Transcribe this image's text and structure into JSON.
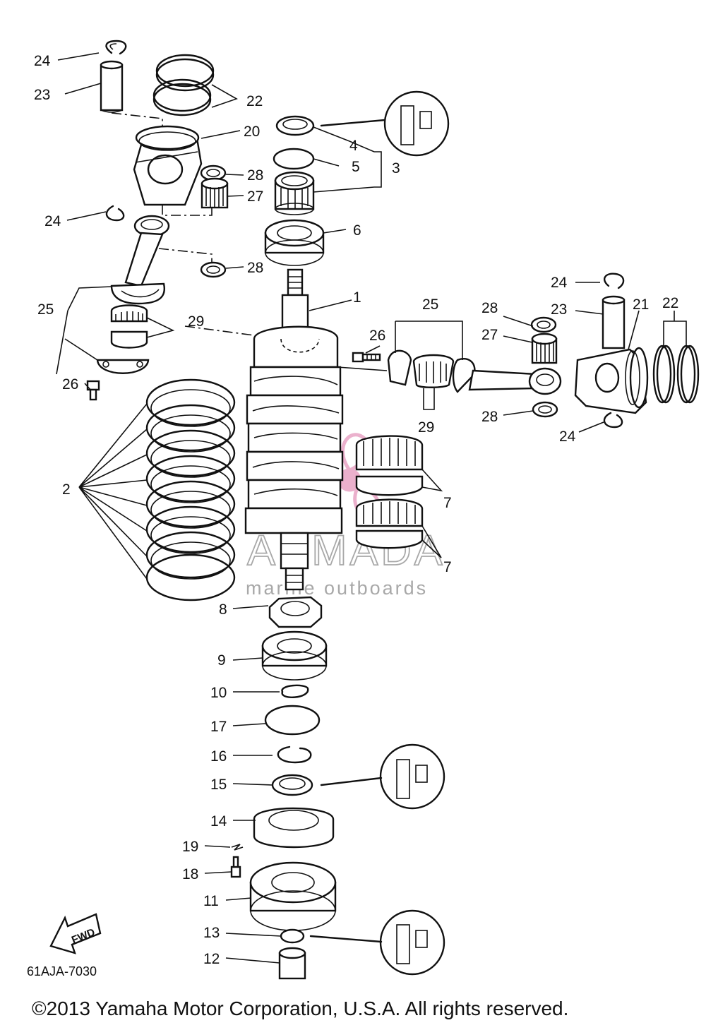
{
  "callouts": [
    {
      "id": "c1",
      "text": "1"
    },
    {
      "id": "c2",
      "text": "2"
    },
    {
      "id": "c3",
      "text": "3"
    },
    {
      "id": "c4",
      "text": "4"
    },
    {
      "id": "c5",
      "text": "5"
    },
    {
      "id": "c6",
      "text": "6"
    },
    {
      "id": "c7a",
      "text": "7"
    },
    {
      "id": "c7b",
      "text": "7"
    },
    {
      "id": "c8",
      "text": "8"
    },
    {
      "id": "c9",
      "text": "9"
    },
    {
      "id": "c10",
      "text": "10"
    },
    {
      "id": "c11",
      "text": "11"
    },
    {
      "id": "c12",
      "text": "12"
    },
    {
      "id": "c13",
      "text": "13"
    },
    {
      "id": "c14",
      "text": "14"
    },
    {
      "id": "c15",
      "text": "15"
    },
    {
      "id": "c16",
      "text": "16"
    },
    {
      "id": "c17",
      "text": "17"
    },
    {
      "id": "c18",
      "text": "18"
    },
    {
      "id": "c19",
      "text": "19"
    },
    {
      "id": "c20",
      "text": "20"
    },
    {
      "id": "c21",
      "text": "21"
    },
    {
      "id": "c22a",
      "text": "22"
    },
    {
      "id": "c22b",
      "text": "22"
    },
    {
      "id": "c23a",
      "text": "23"
    },
    {
      "id": "c23b",
      "text": "23"
    },
    {
      "id": "c24a",
      "text": "24"
    },
    {
      "id": "c24b",
      "text": "24"
    },
    {
      "id": "c24c",
      "text": "24"
    },
    {
      "id": "c24d",
      "text": "24"
    },
    {
      "id": "c25a",
      "text": "25"
    },
    {
      "id": "c25b",
      "text": "25"
    },
    {
      "id": "c26a",
      "text": "26"
    },
    {
      "id": "c26b",
      "text": "26"
    },
    {
      "id": "c27a",
      "text": "27"
    },
    {
      "id": "c27b",
      "text": "27"
    },
    {
      "id": "c28a",
      "text": "28"
    },
    {
      "id": "c28b",
      "text": "28"
    },
    {
      "id": "c28c",
      "text": "28"
    },
    {
      "id": "c28d",
      "text": "28"
    },
    {
      "id": "c29a",
      "text": "29"
    },
    {
      "id": "c29b",
      "text": "29"
    }
  ],
  "diagram_code": "61AJA-7030",
  "fwd_label": "FWD",
  "copyright": "©2013 Yamaha Motor Corporation, U.S.A. All rights reserved.",
  "watermark": {
    "brand": "ARMADA",
    "tagline": "marine outboards",
    "color": "#e8a3c4"
  },
  "icons": [
    "grease-symbol-icon",
    "grease-symbol-icon",
    "grease-symbol-icon",
    "fwd-arrow-icon"
  ]
}
